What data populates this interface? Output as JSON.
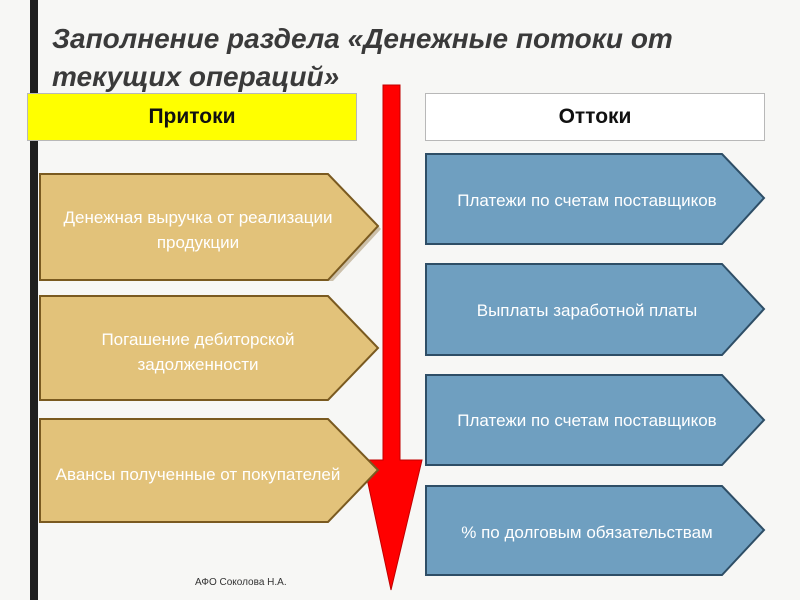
{
  "title": "Заполнение раздела «Денежные потоки от текущих операций»",
  "inflows": {
    "header": "Притоки",
    "items": [
      "Денежная выручка от реализации продукции",
      "Погашение дебиторской задолженности",
      "Авансы полученные от покупателей"
    ]
  },
  "outflows": {
    "header": "Оттоки",
    "items": [
      "Платежи по счетам поставщиков",
      "Выплаты заработной платы",
      "Платежи по счетам поставщиков",
      "% по долговым обязательствам"
    ]
  },
  "footer": "АФО Соколова Н.А.",
  "colors": {
    "inflow_fill": "#e2c27a",
    "inflow_stroke": "#7a5a20",
    "outflow_fill": "#6f9fc0",
    "outflow_stroke": "#2e4e66",
    "arrow": "#ff0000",
    "header_in": "#ffff00"
  }
}
